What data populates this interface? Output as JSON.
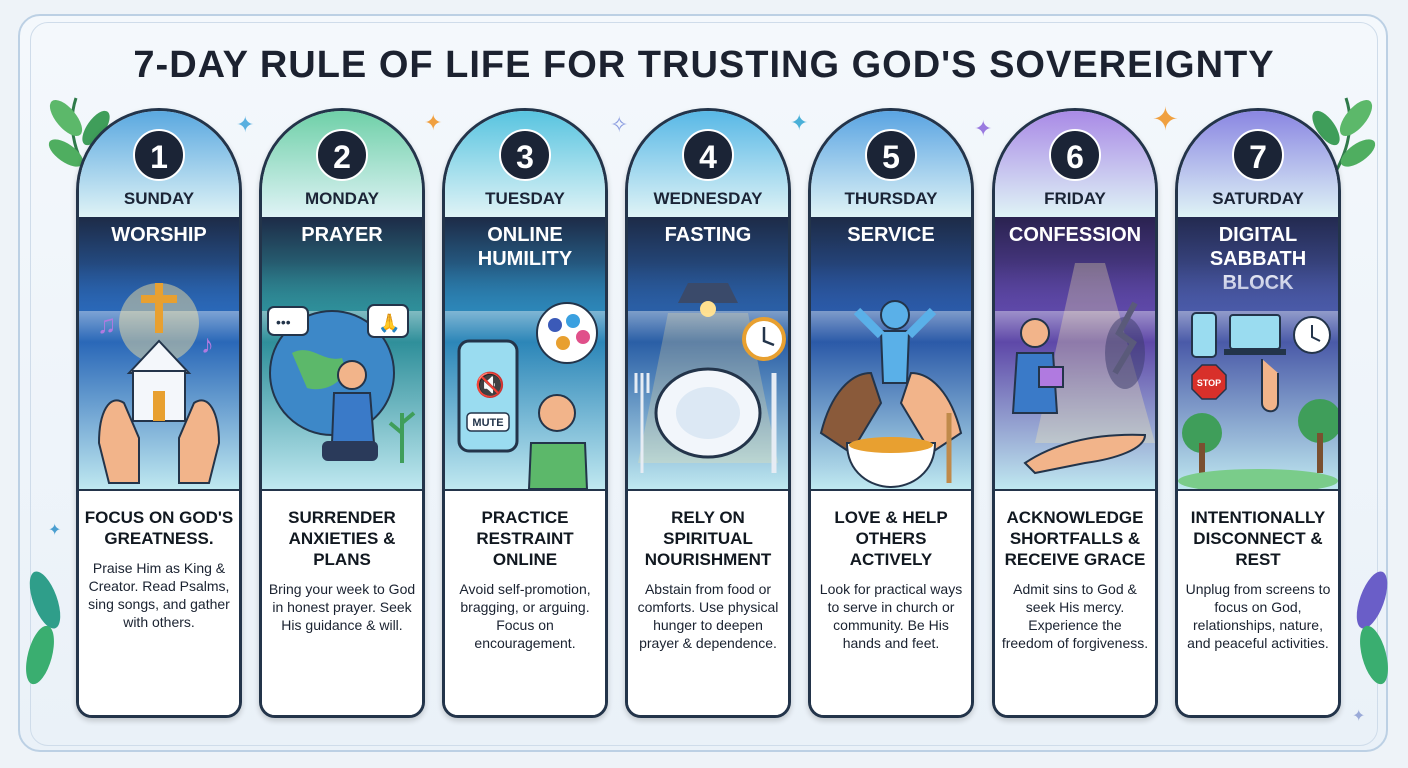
{
  "title": "7-DAY RULE OF LIFE FOR TRUSTING GOD'S SOVEREIGNTY",
  "days": [
    {
      "number": "1",
      "day": "SUNDAY",
      "theme": "WORSHIP",
      "heading": "FOCUS ON GOD'S GREATNESS.",
      "description": "Praise Him as King & Creator. Read Psalms, sing songs, and gather with others.",
      "icon": "church-cross-hands-icon",
      "colors": {
        "top": "#5aa8e0",
        "band": "#1d2b47",
        "illus": "#2a68b8"
      }
    },
    {
      "number": "2",
      "day": "MONDAY",
      "theme": "PRAYER",
      "heading": "SURRENDER ANXIETIES & PLANS",
      "description": "Bring your week to God in honest prayer. Seek His guidance & will.",
      "icon": "praying-person-globe-icon",
      "colors": {
        "top": "#6fd0a8",
        "band": "#1d2b47",
        "illus": "#2f8f9a"
      }
    },
    {
      "number": "3",
      "day": "TUESDAY",
      "theme": "ONLINE HUMILITY",
      "heading": "PRACTICE RESTRAINT ONLINE",
      "description": "Avoid self-promotion, bragging, or arguing. Focus on encouragement.",
      "icon": "muted-phone-icon",
      "mute_label": "MUTE",
      "colors": {
        "top": "#58c4e0",
        "band": "#1d2b47",
        "illus": "#2c86b8"
      }
    },
    {
      "number": "4",
      "day": "WEDNESDAY",
      "theme": "FASTING",
      "heading": "RELY ON SPIRITUAL NOURISHMENT",
      "description": "Abstain from food or comforts. Use physical hunger to deepen prayer & dependence.",
      "icon": "empty-plate-clock-icon",
      "colors": {
        "top": "#58b8e6",
        "band": "#1d2b47",
        "illus": "#2a5fa6"
      }
    },
    {
      "number": "5",
      "day": "THURSDAY",
      "theme": "SERVICE",
      "heading": "LOVE & HELP OTHERS ACTIVELY",
      "description": "Look for practical ways to serve in church or community. Be His hands and feet.",
      "icon": "helping-hands-soup-icon",
      "colors": {
        "top": "#5aa4e2",
        "band": "#1d2b47",
        "illus": "#2b5aa8"
      }
    },
    {
      "number": "6",
      "day": "FRIDAY",
      "theme": "CONFESSION",
      "heading": "ACKNOWLEDGE SHORTFALLS & RECEIVE GRACE",
      "description": "Admit sins to God & seek His mercy. Experience the freedom of forgiveness.",
      "icon": "broken-chain-hand-icon",
      "colors": {
        "top": "#a98ae6",
        "band": "#2a2250",
        "illus": "#5e48a8"
      }
    },
    {
      "number": "7",
      "day": "SATURDAY",
      "theme": "DIGITAL SABBATH BLOCK",
      "heading": "INTENTIONALLY DISCONNECT & REST",
      "description": "Unplug from screens to focus on God, relationships, nature, and peaceful activities.",
      "icon": "devices-stop-nature-icon",
      "stop_label": "STOP",
      "colors": {
        "top": "#8a86e2",
        "band": "#232a50",
        "illus": "#4a5aa8"
      }
    }
  ]
}
